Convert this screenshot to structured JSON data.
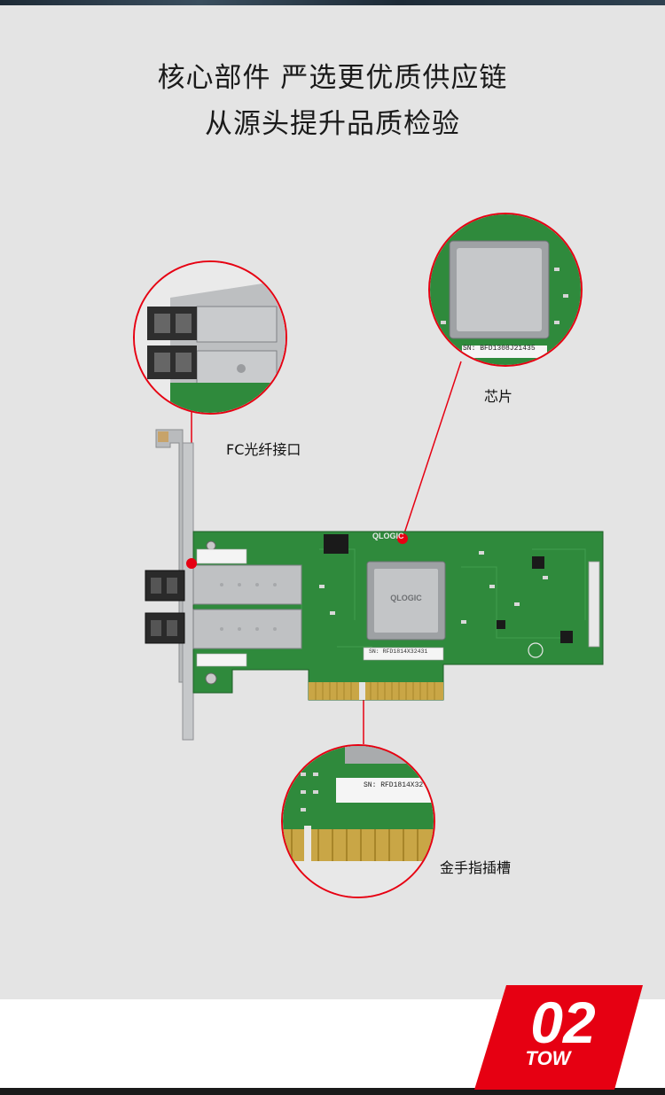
{
  "headline": {
    "line1": "核心部件 严选更优质供应链",
    "line2": "从源头提升品质检验"
  },
  "callouts": {
    "fc_port": {
      "label": "FC光纤接口"
    },
    "chip": {
      "label": "芯片",
      "chip_serial": "SN: BFD1308J21435"
    },
    "gold_finger": {
      "label": "金手指插槽",
      "card_serial": "SN: RFD1814X32"
    }
  },
  "card": {
    "brand_text": "QLOGIC",
    "serial_label": "SN: RFD1814X32431"
  },
  "badge": {
    "number": "02",
    "subtitle": "TOW"
  },
  "colors": {
    "accent_red": "#e60012",
    "pcb_green": "#2f8a3c",
    "background": "#e4e4e4"
  }
}
